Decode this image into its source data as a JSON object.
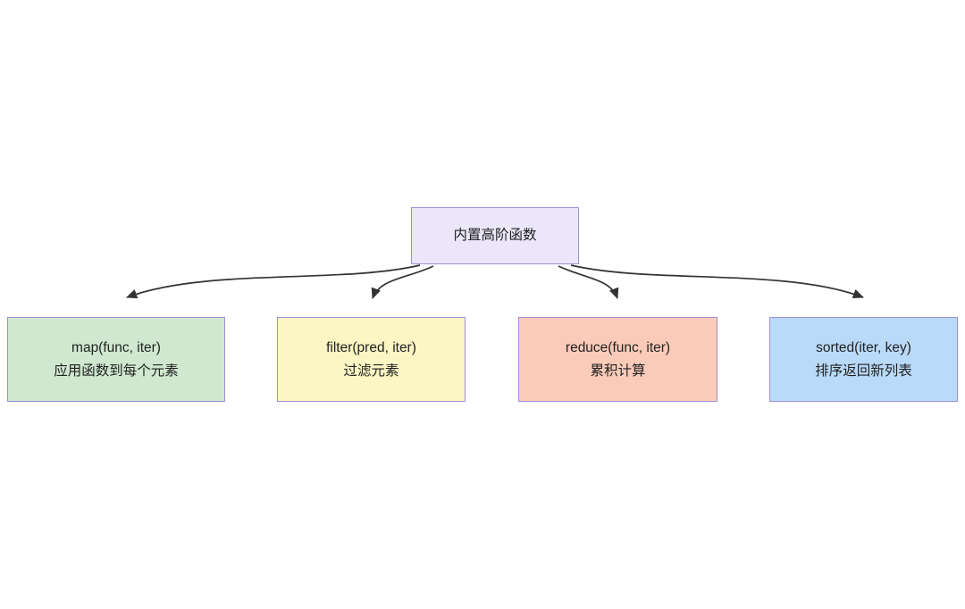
{
  "diagram": {
    "type": "tree",
    "background": "#ffffff",
    "edge_color": "#333333",
    "border_color": "#9f8fd4",
    "root": {
      "id": "root",
      "label": "内置高阶函数",
      "fill": "#ebe6f9"
    },
    "children": [
      {
        "id": "map",
        "signature": "map(func, iter)",
        "description": "应用函数到每个元素",
        "fill": "#cfe8cf"
      },
      {
        "id": "filter",
        "signature": "filter(pred, iter)",
        "description": "过滤元素",
        "fill": "#fbf6c4"
      },
      {
        "id": "reduce",
        "signature": "reduce(func, iter)",
        "description": "累积计算",
        "fill": "#fbcbb9"
      },
      {
        "id": "sorted",
        "signature": "sorted(iter, key)",
        "description": "排序返回新列表",
        "fill": "#b9daf8"
      }
    ],
    "edges": [
      {
        "from": "root",
        "to": "map"
      },
      {
        "from": "root",
        "to": "filter"
      },
      {
        "from": "root",
        "to": "reduce"
      },
      {
        "from": "root",
        "to": "sorted"
      }
    ]
  }
}
